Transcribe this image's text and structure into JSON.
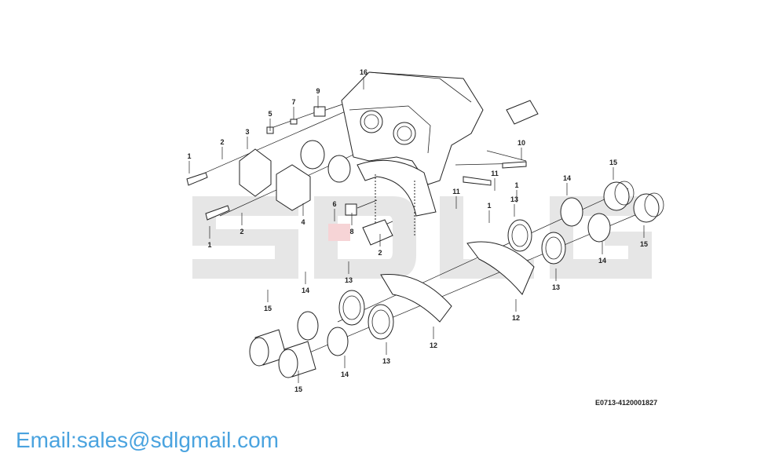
{
  "diagram": {
    "drawing_code": "E0713-4120001827",
    "watermark_logo": "SDLG",
    "watermark_email": "Email:sales@sdlgmail.com",
    "callouts": [
      "16",
      "9",
      "7",
      "5",
      "3",
      "2",
      "1",
      "6",
      "4",
      "8",
      "2",
      "1",
      "2",
      "10",
      "11",
      "1",
      "11",
      "1",
      "13",
      "14",
      "15",
      "14",
      "15",
      "13",
      "12",
      "13",
      "14",
      "15",
      "12",
      "13",
      "14",
      "15"
    ]
  }
}
